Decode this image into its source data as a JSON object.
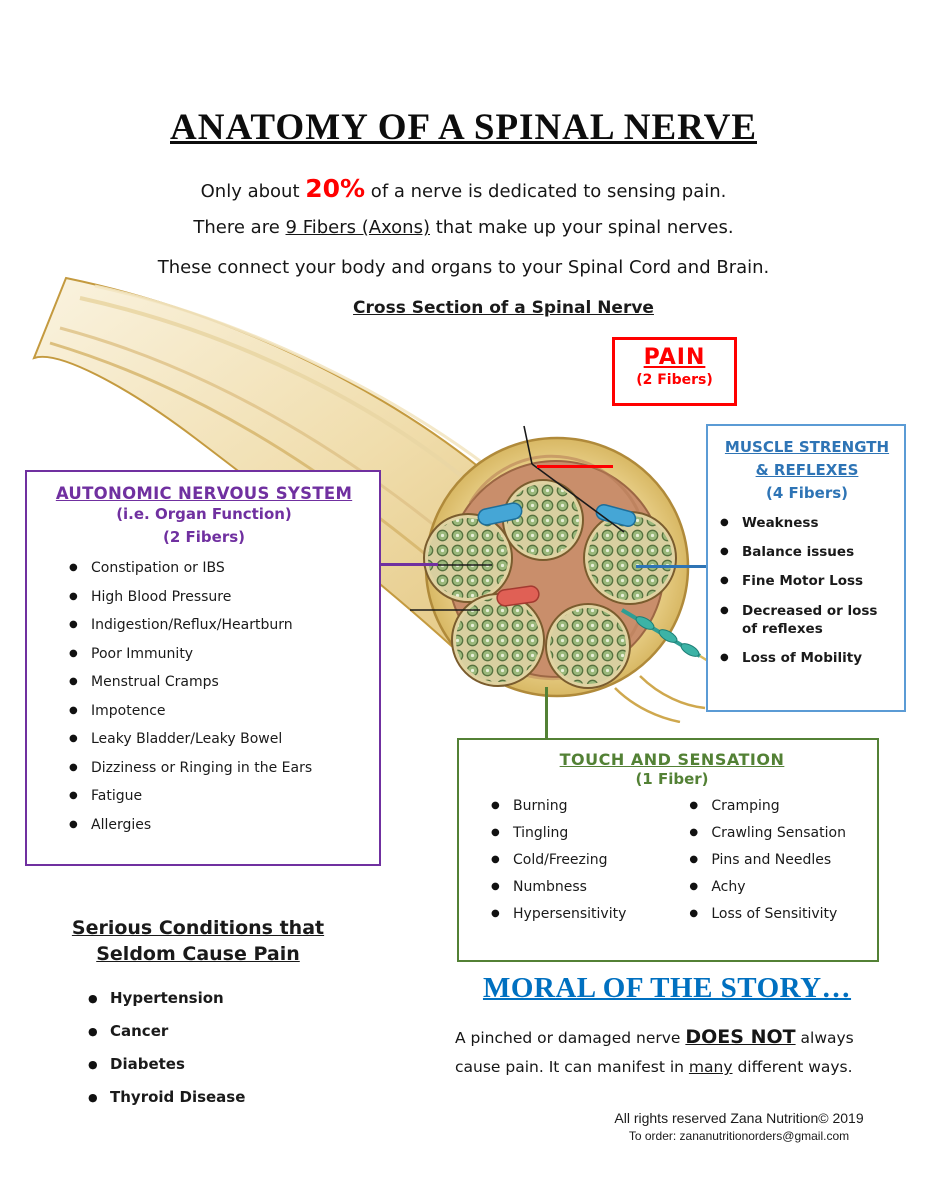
{
  "title": "ANATOMY OF A SPINAL NERVE",
  "intro": {
    "line1_pre": "Only about ",
    "line1_highlight": "20%",
    "line1_post": " of a nerve is dedicated to sensing pain.",
    "line2_pre": "There are ",
    "line2_underline": "9 Fibers (Axons)",
    "line2_post": " that make up your spinal nerves.",
    "line3": "These connect your body and organs to your Spinal Cord and Brain."
  },
  "diagram": {
    "caption": "Cross Section of a Spinal Nerve"
  },
  "pain_box": {
    "title": "PAIN",
    "subtitle": "(2 Fibers)"
  },
  "muscle_box": {
    "title": "MUSCLE STRENGTH & REFLEXES",
    "subtitle": "(4 Fibers)",
    "items": [
      "Weakness",
      "Balance issues",
      "Fine Motor Loss",
      "Decreased or loss of reflexes",
      "Loss of Mobility"
    ]
  },
  "autonomic_box": {
    "title": "AUTONOMIC NERVOUS SYSTEM",
    "subtitle1": "(i.e. Organ Function)",
    "subtitle2": "(2 Fibers)",
    "items": [
      "Constipation or IBS",
      "High Blood Pressure",
      "Indigestion/Reflux/Heartburn",
      "Poor Immunity",
      "Menstrual Cramps",
      "Impotence",
      "Leaky Bladder/Leaky Bowel",
      "Dizziness or Ringing in the Ears",
      "Fatigue",
      "Allergies"
    ]
  },
  "touch_box": {
    "title": "TOUCH AND SENSATION",
    "subtitle": "(1 Fiber)",
    "items_col1": [
      "Burning",
      "Tingling",
      "Cold/Freezing",
      "Numbness",
      "Hypersensitivity"
    ],
    "items_col2": [
      "Cramping",
      "Crawling Sensation",
      "Pins and Needles",
      "Achy",
      "Loss of Sensitivity"
    ]
  },
  "serious_conditions": {
    "title_line1": "Serious Conditions that",
    "title_line2": "Seldom Cause Pain",
    "items": [
      "Hypertension",
      "Cancer",
      "Diabetes",
      "Thyroid Disease"
    ]
  },
  "moral": {
    "title": "MORAL OF THE STORY…",
    "pre": "A pinched or damaged nerve ",
    "emphasis": "DOES NOT",
    "mid": " always cause pain. It can manifest in ",
    "underline_word": "many",
    "post": " different ways."
  },
  "footer": {
    "line1": "All rights reserved Zana Nutrition© 2019",
    "line2": "To order: zananutritionorders@gmail.com"
  },
  "colors": {
    "pain_red": "#ff0000",
    "muscle_blue": "#2e74b5",
    "muscle_border_blue": "#5b9bd5",
    "autonomic_purple": "#7030a0",
    "touch_green": "#538135",
    "moral_blue": "#0070c0"
  }
}
